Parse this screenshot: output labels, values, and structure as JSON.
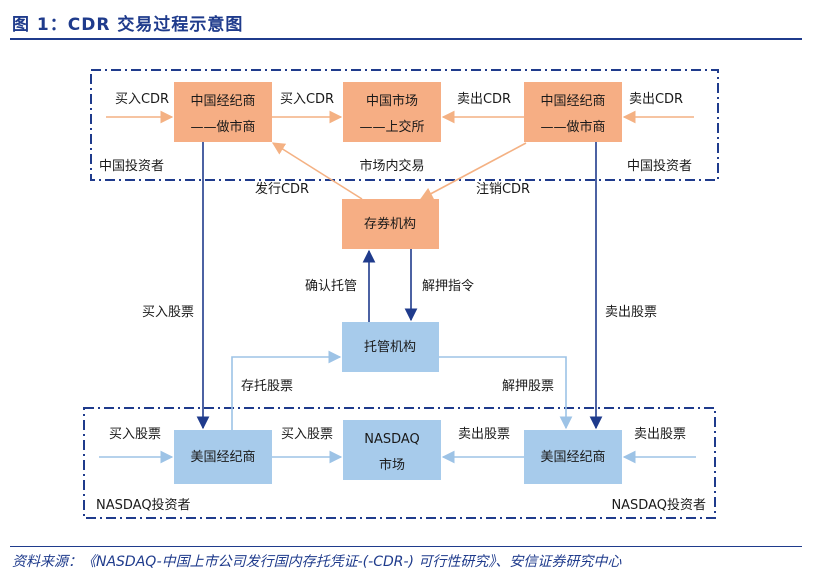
{
  "figure": {
    "title": "图 1：CDR 交易过程示意图",
    "source": "资料来源：《NASDAQ-中国上市公司发行国内存托凭证-(-CDR-) 可行性研究》、安信证券研究中心"
  },
  "regions": {
    "china_left": "中国投资者",
    "china_right": "中国投资者",
    "nasdaq_left": "NASDAQ投资者",
    "nasdaq_right": "NASDAQ投资者"
  },
  "boxes": {
    "cn_broker_left": [
      "中国经纪商",
      "——做市商"
    ],
    "cn_market": [
      "中国市场",
      "——上交所"
    ],
    "cn_broker_right": [
      "中国经纪商",
      "——做市商"
    ],
    "depository": "存券机构",
    "custodian": "托管机构",
    "us_broker_left": "美国经纪商",
    "nasdaq_market": [
      "NASDAQ",
      "市场"
    ],
    "us_broker_right": "美国经纪商"
  },
  "labels": {
    "buy_cdr_in": "买入CDR",
    "buy_cdr_mid": "买入CDR",
    "sell_cdr_mid": "卖出CDR",
    "sell_cdr_in": "卖出CDR",
    "intra_market": "市场内交易",
    "issue_cdr": "发行CDR",
    "cancel_cdr": "注销CDR",
    "confirm_custody": "确认托管",
    "release_order": "解押指令",
    "buy_stock_vertical": "买入股票",
    "sell_stock_vertical": "卖出股票",
    "deposit_stock": "存托股票",
    "release_stock": "解押股票",
    "buy_stock_in": "买入股票",
    "buy_stock_mid": "买入股票",
    "sell_stock_mid": "卖出股票",
    "sell_stock_in": "卖出股票"
  },
  "colors": {
    "orange_box": "#f6ae84",
    "blue_box": "#a7cbeb",
    "orange_arrow": "#f4b183",
    "light_blue_arrow": "#9dc3e6",
    "dark_blue_arrow": "#1f3b8c",
    "dashed_border": "#1f3b8c"
  }
}
